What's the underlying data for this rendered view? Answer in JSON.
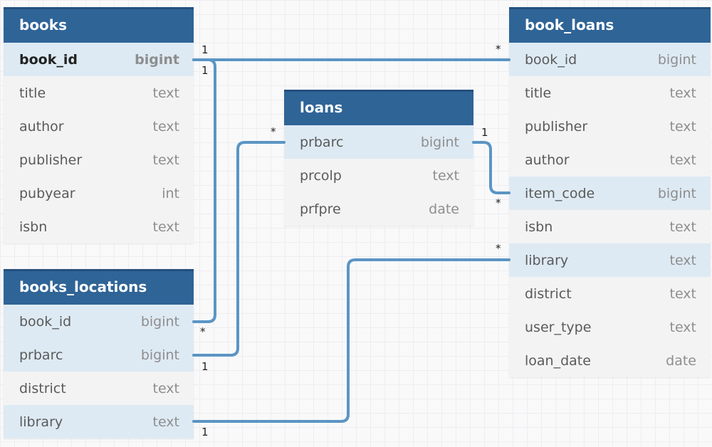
{
  "tables": {
    "books": {
      "name": "books",
      "columns": [
        {
          "name": "book_id",
          "type": "bigint"
        },
        {
          "name": "title",
          "type": "text"
        },
        {
          "name": "author",
          "type": "text"
        },
        {
          "name": "publisher",
          "type": "text"
        },
        {
          "name": "pubyear",
          "type": "int"
        },
        {
          "name": "isbn",
          "type": "text"
        }
      ]
    },
    "books_locations": {
      "name": "books_locations",
      "columns": [
        {
          "name": "book_id",
          "type": "bigint"
        },
        {
          "name": "prbarc",
          "type": "bigint"
        },
        {
          "name": "district",
          "type": "text"
        },
        {
          "name": "library",
          "type": "text"
        }
      ]
    },
    "loans": {
      "name": "loans",
      "columns": [
        {
          "name": "prbarc",
          "type": "bigint"
        },
        {
          "name": "prcolp",
          "type": "text"
        },
        {
          "name": "prfpre",
          "type": "date"
        }
      ]
    },
    "book_loans": {
      "name": "book_loans",
      "columns": [
        {
          "name": "book_id",
          "type": "bigint"
        },
        {
          "name": "title",
          "type": "text"
        },
        {
          "name": "publisher",
          "type": "text"
        },
        {
          "name": "author",
          "type": "text"
        },
        {
          "name": "item_code",
          "type": "bigint"
        },
        {
          "name": "isbn",
          "type": "text"
        },
        {
          "name": "library",
          "type": "text"
        },
        {
          "name": "district",
          "type": "text"
        },
        {
          "name": "user_type",
          "type": "text"
        },
        {
          "name": "loan_date",
          "type": "date"
        }
      ]
    }
  },
  "relations": [
    {
      "from": "books.book_id",
      "to": "book_loans.book_id",
      "from_card": "1",
      "to_card": "*"
    },
    {
      "from": "books.book_id",
      "to": "books_locations.book_id",
      "from_card": "1",
      "to_card": "*"
    },
    {
      "from": "books_locations.prbarc",
      "to": "loans.prbarc",
      "from_card": "1",
      "to_card": "*"
    },
    {
      "from": "loans.prbarc",
      "to": "book_loans.item_code",
      "from_card": "1",
      "to_card": "*"
    },
    {
      "from": "books_locations.library",
      "to": "book_loans.library",
      "from_card": "1",
      "to_card": "*"
    }
  ],
  "colors": {
    "header": "#2f6497",
    "highlight_row": "#deeaf3",
    "link": "#5b95c4"
  }
}
